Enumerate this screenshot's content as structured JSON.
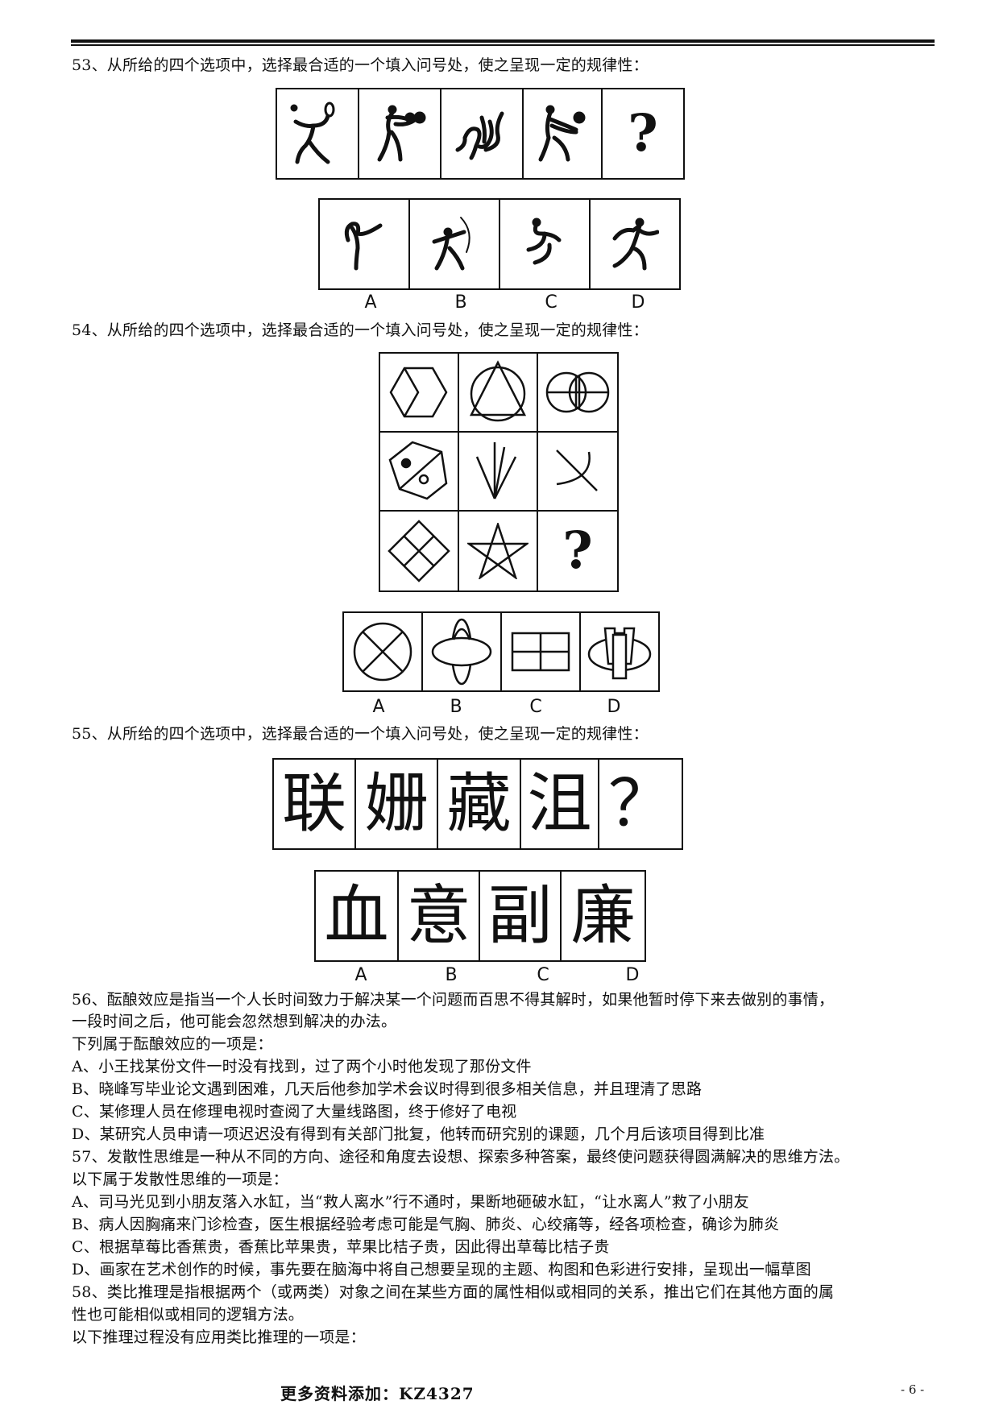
{
  "header": {
    "rule": "double-line"
  },
  "questions": {
    "q53": {
      "prompt": "53、从所给的四个选项中，选择最合适的一个填入问号处，使之呈现一定的规律性：",
      "sequence": [
        {
          "icon": "badminton-pictogram-icon"
        },
        {
          "icon": "boxing-pictogram-icon"
        },
        {
          "icon": "judo-pictogram-icon"
        },
        {
          "icon": "volleyball-pictogram-icon"
        },
        {
          "text": "?"
        }
      ],
      "options": [
        {
          "label": "A",
          "icon": "taekwondo-pictogram-icon"
        },
        {
          "label": "B",
          "icon": "archery-pictogram-icon"
        },
        {
          "label": "C",
          "icon": "gymnastics-pictogram-icon"
        },
        {
          "label": "D",
          "icon": "running-pictogram-icon"
        }
      ]
    },
    "q54": {
      "prompt": "54、从所给的四个选项中，选择最合适的一个填入问号处，使之呈现一定的规律性：",
      "grid": [
        "hexagon-with-rhombus-icon",
        "circle-with-triangle-icon",
        "two-circles-with-lines-icon",
        "heptagon-with-dots-icon",
        "three-lines-fan-icon",
        "line-and-curve-cross-icon",
        "rhombus-grid-icon",
        "pentagram-icon",
        "?"
      ],
      "question_mark": "?",
      "options": [
        {
          "label": "A",
          "icon": "circle-with-x-icon"
        },
        {
          "label": "B",
          "icon": "crossed-ellipses-icon"
        },
        {
          "label": "C",
          "icon": "rectangle-grid-icon"
        },
        {
          "label": "D",
          "icon": "ellipse-with-bracket-icon"
        }
      ]
    },
    "q55": {
      "prompt": "55、从所给的四个选项中，选择最合适的一个填入问号处，使之呈现一定的规律性：",
      "sequence": [
        "联",
        "姗",
        "藏",
        "沮",
        "？"
      ],
      "options": [
        {
          "label": "A",
          "char": "血"
        },
        {
          "label": "B",
          "char": "意"
        },
        {
          "label": "C",
          "char": "副"
        },
        {
          "label": "D",
          "char": "廉"
        }
      ]
    },
    "q56": {
      "line1": "56、酝酿效应是指当一个人长时间致力于解决某一个问题而百思不得其解时，如果他暂时停下来去做别的事情，",
      "line2": "一段时间之后，他可能会忽然想到解决的办法。",
      "ask": "下列属于酝酿效应的一项是：",
      "options": [
        "A、小王找某份文件一时没有找到，过了两个小时他发现了那份文件",
        "B、晓峰写毕业论文遇到困难，几天后他参加学术会议时得到很多相关信息，并且理清了思路",
        "C、某修理人员在修理电视时查阅了大量线路图，终于修好了电视",
        "D、某研究人员申请一项迟迟没有得到有关部门批复，他转而研究别的课题，几个月后该项目得到比准"
      ]
    },
    "q57": {
      "line1": "57、发散性思维是一种从不同的方向、途径和角度去设想、探索多种答案，最终使问题获得圆满解决的思维方法。",
      "ask": "以下属于发散性思维的一项是：",
      "options": [
        "A、司马光见到小朋友落入水缸，当“救人离水”行不通时，果断地砸破水缸，“让水离人”救了小朋友",
        "B、病人因胸痛来门诊检查，医生根据经验考虑可能是气胸、肺炎、心绞痛等，经各项检查，确诊为肺炎",
        "C、根据草莓比香蕉贵，香蕉比苹果贵，苹果比桔子贵，因此得出草莓比桔子贵",
        "D、画家在艺术创作的时候，事先要在脑海中将自己想要呈现的主题、构图和色彩进行安排，呈现出一幅草图"
      ]
    },
    "q58": {
      "line1": "58、类比推理是指根据两个（或两类）对象之间在某些方面的属性相似或相同的关系，推出它们在其他方面的属",
      "line2": "性也可能相似或相同的逻辑方法。",
      "ask": "以下推理过程没有应用类比推理的一项是："
    }
  },
  "footer": {
    "note": "更多资料添加：KZ4327",
    "page": "- 6 -"
  }
}
